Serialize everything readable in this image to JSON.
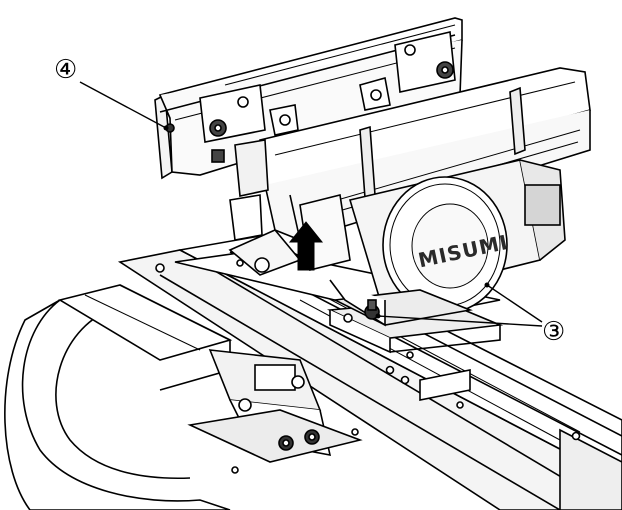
{
  "figure": {
    "logo_text": "MISUMI",
    "callouts": [
      {
        "id": "callout-4",
        "label": "④"
      },
      {
        "id": "callout-3",
        "label": "③"
      }
    ],
    "colors": {
      "line": "#000000",
      "fill": "#ffffff",
      "shade": "#d9d9d9",
      "dark_shade": "#9a9a9a",
      "arrow": "#000000"
    },
    "arrow_direction": "up"
  }
}
